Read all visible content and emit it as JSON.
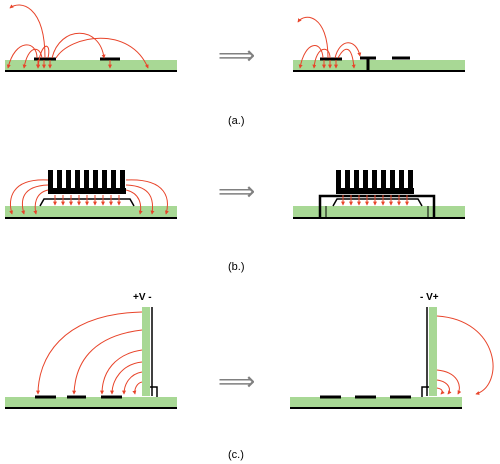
{
  "panels": [
    {
      "id": "a",
      "label": "(a.)"
    },
    {
      "id": "b",
      "label": "(b.)"
    },
    {
      "id": "c",
      "label": "(c.)",
      "polarity_before": "+V -",
      "polarity_after": "- V+"
    }
  ],
  "arrow_symbol": "⟹",
  "colors": {
    "board": "#a8d895",
    "field_line": "#e8442a",
    "trace": "#000000",
    "heatsink": "#000000",
    "arrow": "#808080"
  }
}
